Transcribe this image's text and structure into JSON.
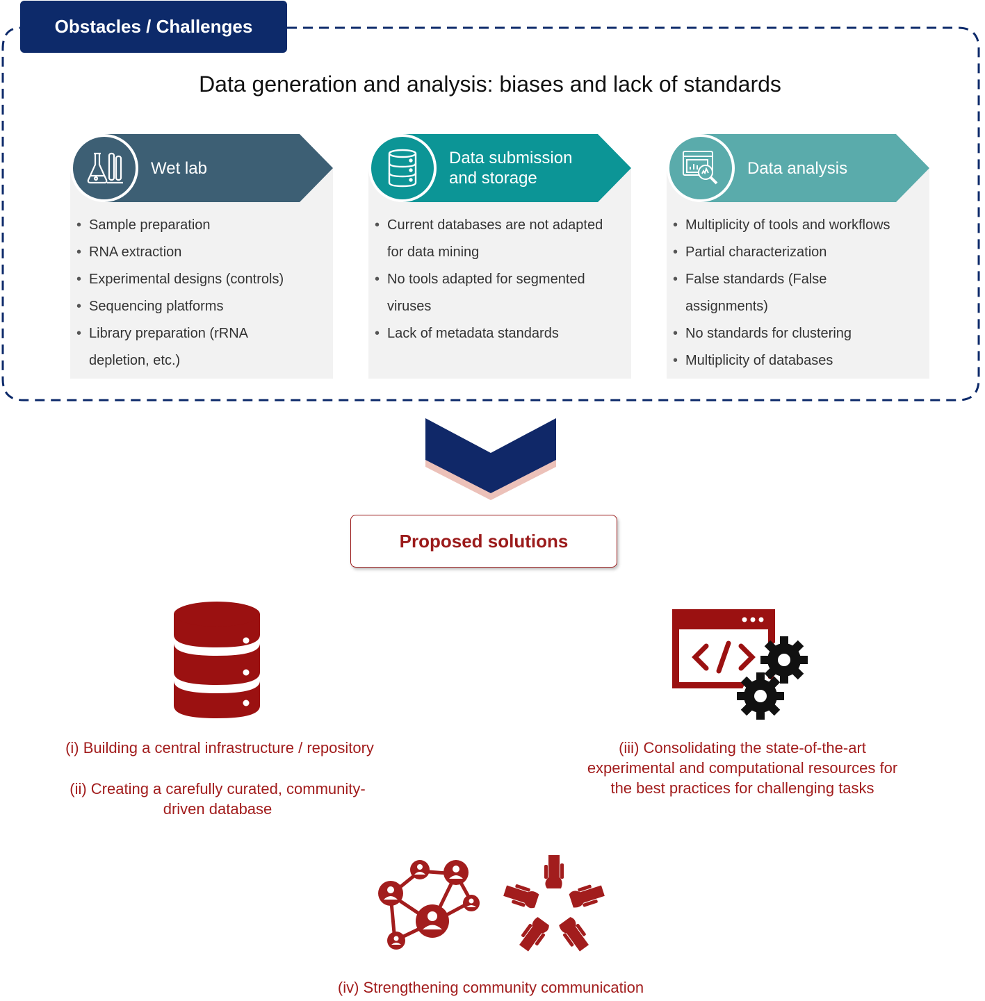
{
  "obstacles": {
    "header": "Obstacles / Challenges",
    "title": "Data generation and analysis: biases and lack of standards",
    "cards": [
      {
        "title": "Wet lab",
        "icon": "lab-flask-icon",
        "color": "#3d5f74",
        "items": [
          "Sample preparation",
          "RNA extraction",
          "Experimental designs (controls)",
          "Sequencing platforms",
          "Library preparation (rRNA",
          "depletion, etc.)"
        ]
      },
      {
        "title_line1": "Data submission",
        "title_line2": "and storage",
        "icon": "database-icon",
        "color": "#0c9596",
        "items": [
          "Current databases are not adapted",
          "for data mining",
          "No tools adapted for segmented",
          "viruses",
          "Lack of metadata standards"
        ]
      },
      {
        "title": "Data analysis",
        "icon": "data-analysis-icon",
        "color": "#5aabab",
        "items": [
          "Multiplicity of tools and workflows",
          "Partial characterization",
          "False standards (False",
          "assignments)",
          "No standards for clustering",
          "Multiplicity of databases"
        ]
      }
    ]
  },
  "solutions": {
    "header": "Proposed solutions",
    "items": {
      "i": "(i) Building a central infrastructure / repository",
      "ii_line1": "(ii) Creating a carefully curated, community-",
      "ii_line2": "driven database",
      "iii_line1": "(iii) Consolidating the state-of-the-art",
      "iii_line2": "experimental and computational resources for",
      "iii_line3": "the best practices for challenging tasks",
      "iv": "(iv) Strengthening community communication"
    }
  },
  "colors": {
    "navy": "#0d2a6a",
    "solution_red": "#9b1b1b",
    "card_bg": "#f2f2f2"
  }
}
